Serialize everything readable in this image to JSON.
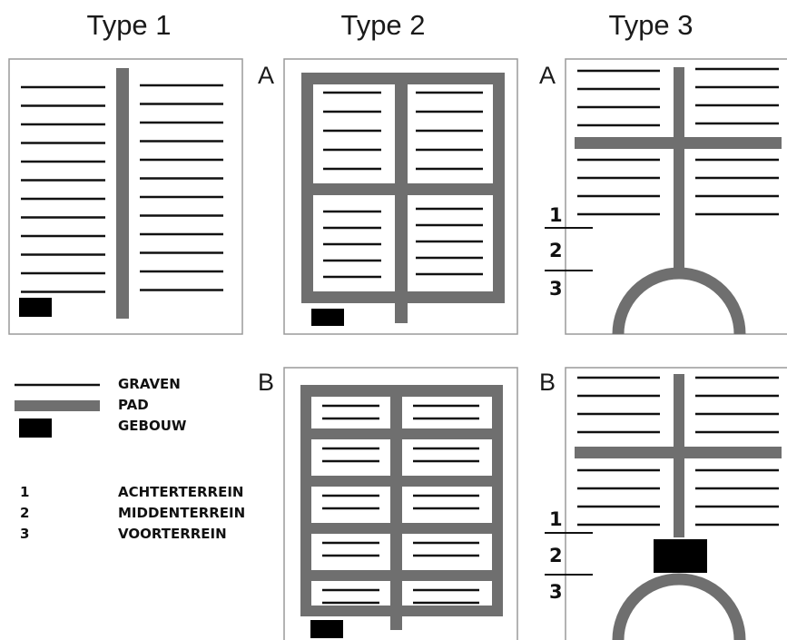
{
  "titles": {
    "type1": "Type 1",
    "type2": "Type 2",
    "type3": "Type 3"
  },
  "panel_letters": {
    "type2_a": "A",
    "type3_a": "A",
    "type2_b": "B",
    "type3_b": "B"
  },
  "legend": {
    "graves": "GRAVEN",
    "path": "PAD",
    "building": "GEBOUW",
    "zones": [
      {
        "num": "1",
        "label": "ACHTERTERREIN"
      },
      {
        "num": "2",
        "label": "MIDDENTERREIN"
      },
      {
        "num": "3",
        "label": "VOORTERREIN"
      }
    ]
  },
  "zone_numbers": {
    "a": [
      "1",
      "2",
      "3"
    ],
    "b": [
      "1",
      "2",
      "3"
    ]
  },
  "colors": {
    "grave": "#111111",
    "path": "#6f6f6f",
    "building": "#000000",
    "frame": "#9a9a9a"
  }
}
